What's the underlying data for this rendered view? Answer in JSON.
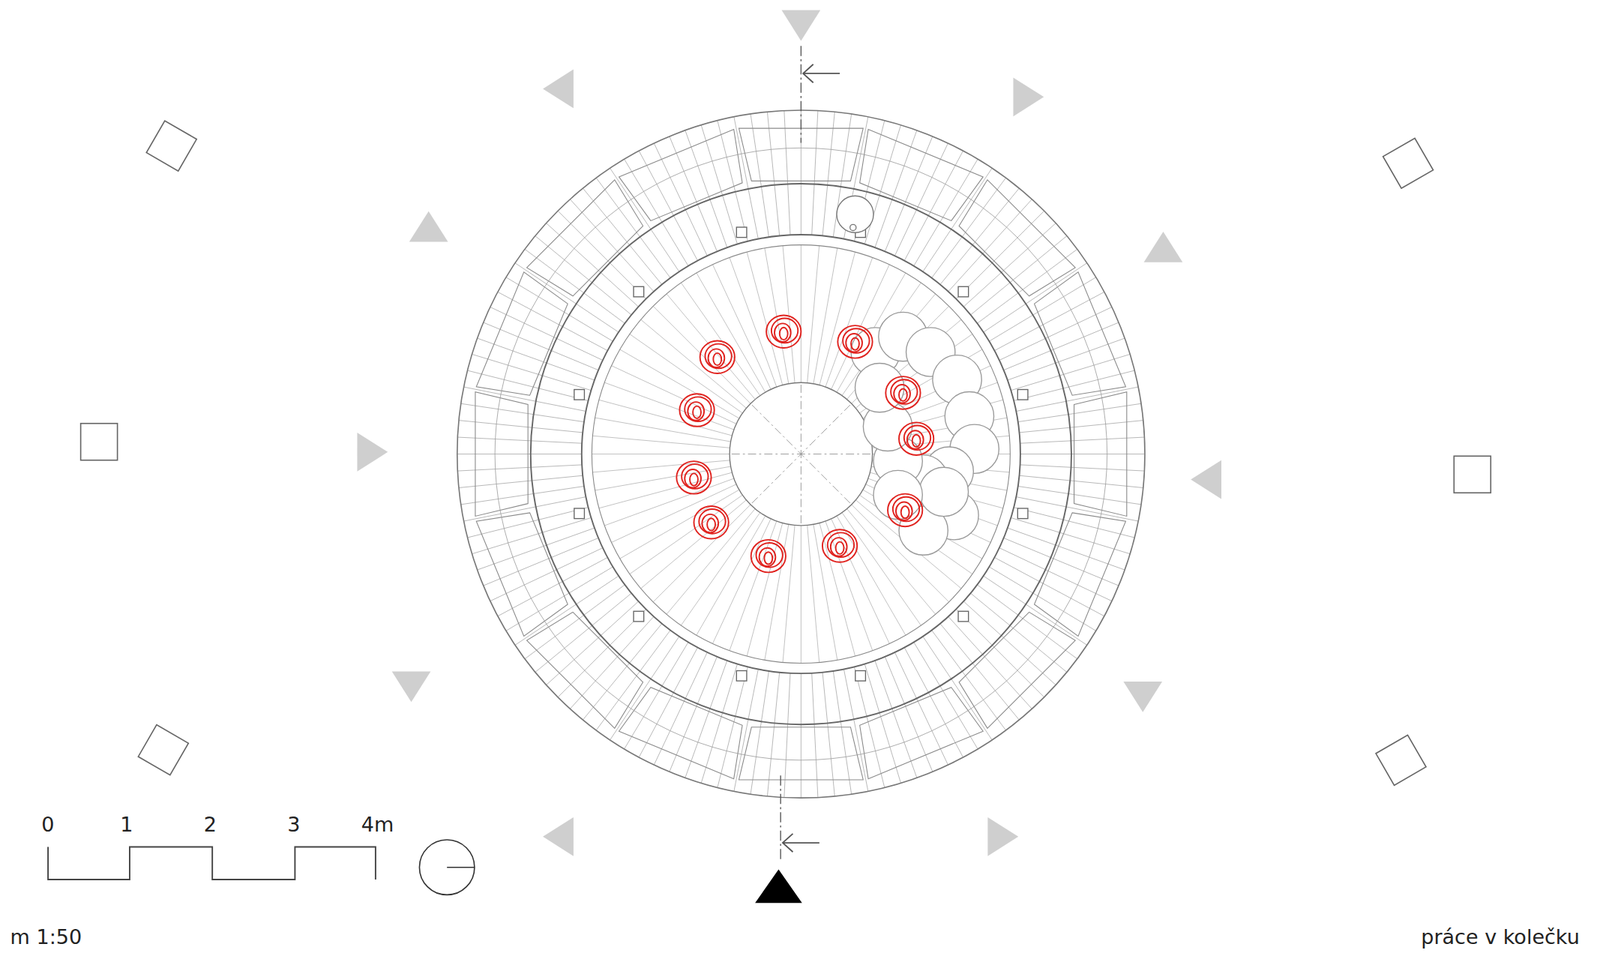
{
  "diagram": {
    "caption": "práce v kolečku",
    "labels": [
      "0",
      "1",
      "2",
      "3",
      "4m",
      "m 1:50"
    ]
  }
}
